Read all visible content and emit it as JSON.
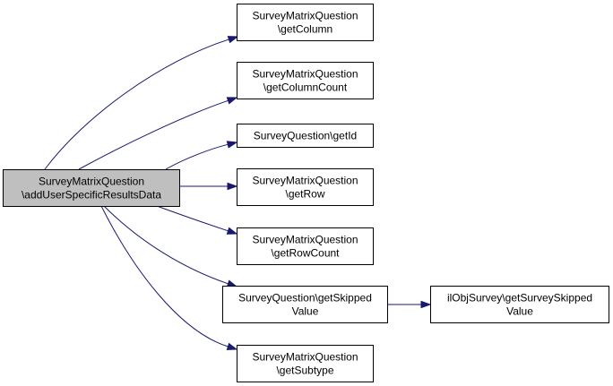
{
  "diagram": {
    "colors": {
      "node_fill": "#ffffff",
      "root_fill": "#bfbfbf",
      "node_border": "#000000",
      "edge": "#191970"
    },
    "nodes": [
      {
        "id": "root",
        "lines": [
          "SurveyMatrixQuestion",
          "\\addUserSpecificResultsData"
        ],
        "highlighted": true
      },
      {
        "id": "getColumn",
        "lines": [
          "SurveyMatrixQuestion",
          "\\getColumn"
        ]
      },
      {
        "id": "getColumnCount",
        "lines": [
          "SurveyMatrixQuestion",
          "\\getColumnCount"
        ]
      },
      {
        "id": "getId",
        "lines": [
          "SurveyQuestion\\getId"
        ]
      },
      {
        "id": "getRow",
        "lines": [
          "SurveyMatrixQuestion",
          "\\getRow"
        ]
      },
      {
        "id": "getRowCount",
        "lines": [
          "SurveyMatrixQuestion",
          "\\getRowCount"
        ]
      },
      {
        "id": "getSkippedValue",
        "lines": [
          "SurveyQuestion\\getSkipped",
          "Value"
        ]
      },
      {
        "id": "getSurveySkippedValue",
        "lines": [
          "ilObjSurvey\\getSurveySkipped",
          "Value"
        ]
      },
      {
        "id": "getSubtype",
        "lines": [
          "SurveyMatrixQuestion",
          "\\getSubtype"
        ]
      }
    ],
    "edges": [
      {
        "from": "root",
        "to": "getColumn"
      },
      {
        "from": "root",
        "to": "getColumnCount"
      },
      {
        "from": "root",
        "to": "getId"
      },
      {
        "from": "root",
        "to": "getRow"
      },
      {
        "from": "root",
        "to": "getRowCount"
      },
      {
        "from": "root",
        "to": "getSkippedValue"
      },
      {
        "from": "root",
        "to": "getSubtype"
      },
      {
        "from": "getSkippedValue",
        "to": "getSurveySkippedValue"
      }
    ]
  }
}
